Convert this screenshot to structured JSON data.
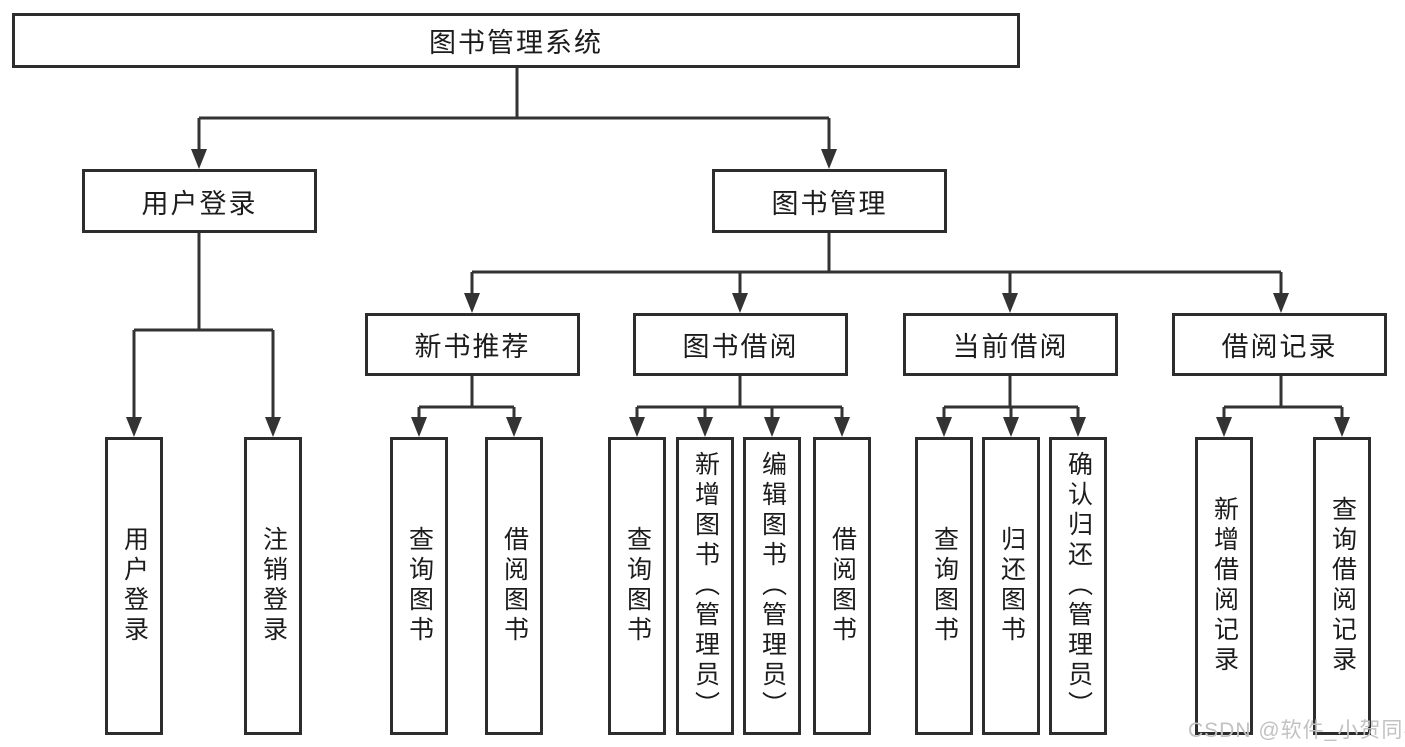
{
  "tree": {
    "root_label": "图书管理系统",
    "children": [
      {
        "label": "用户登录",
        "children": [
          "用户登录",
          "注销登录"
        ]
      },
      {
        "label": "图书管理",
        "children": [
          {
            "label": "新书推荐",
            "children": [
              "查询图书",
              "借阅图书"
            ]
          },
          {
            "label": "图书借阅",
            "children": [
              "查询图书",
              "新增图书（管理员）",
              "编辑图书（管理员）",
              "借阅图书"
            ]
          },
          {
            "label": "当前借阅",
            "children": [
              "查询图书",
              "归还图书",
              "确认归还（管理员）"
            ]
          },
          {
            "label": "借阅记录",
            "children": [
              "新增借阅记录",
              "查询借阅记录"
            ]
          }
        ]
      }
    ]
  },
  "watermark": "CSDN @软件_小贺同学",
  "colors": {
    "line": "#333333",
    "box_border": "#2d2d2d",
    "text": "#1c1c1c",
    "watermark": "#c2c2c2",
    "background": "#ffffff"
  }
}
